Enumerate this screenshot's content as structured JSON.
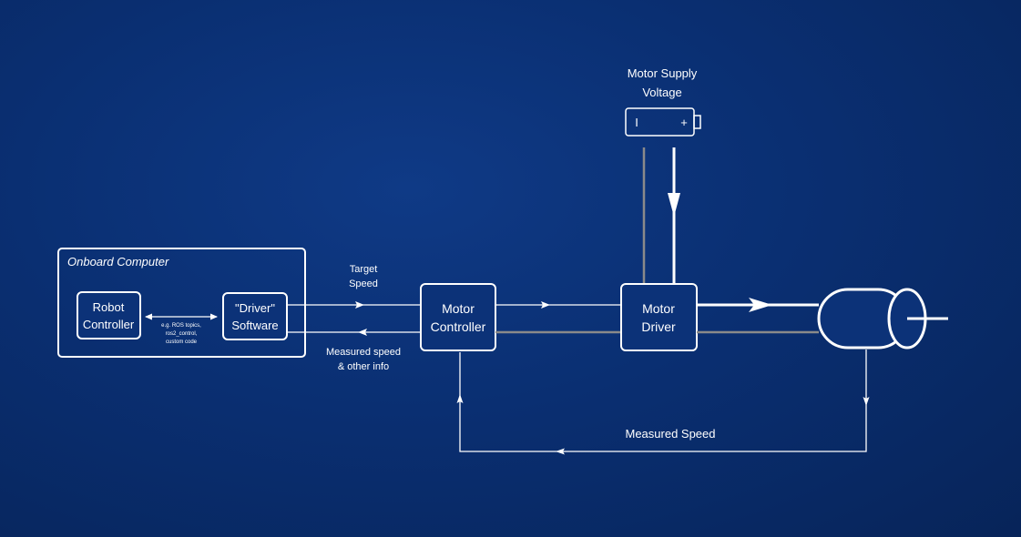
{
  "supply": {
    "line1": "Motor Supply",
    "line2": "Voltage",
    "minus": "I",
    "plus": "+"
  },
  "onboard": {
    "title": "Onboard Computer"
  },
  "robot_controller": {
    "line1": "Robot",
    "line2": "Controller"
  },
  "driver_software": {
    "line1": "\"Driver\"",
    "line2": "Software"
  },
  "interface_note": {
    "line1": "e.g. ROS topics,",
    "line2": "ros2_control,",
    "line3": "custom code"
  },
  "target_speed": {
    "line1": "Target",
    "line2": "Speed"
  },
  "measured_info": {
    "line1": "Measured speed",
    "line2": "& other info"
  },
  "motor_controller": {
    "line1": "Motor",
    "line2": "Controller"
  },
  "motor_driver": {
    "line1": "Motor",
    "line2": "Driver"
  },
  "feedback": {
    "label": "Measured Speed"
  }
}
